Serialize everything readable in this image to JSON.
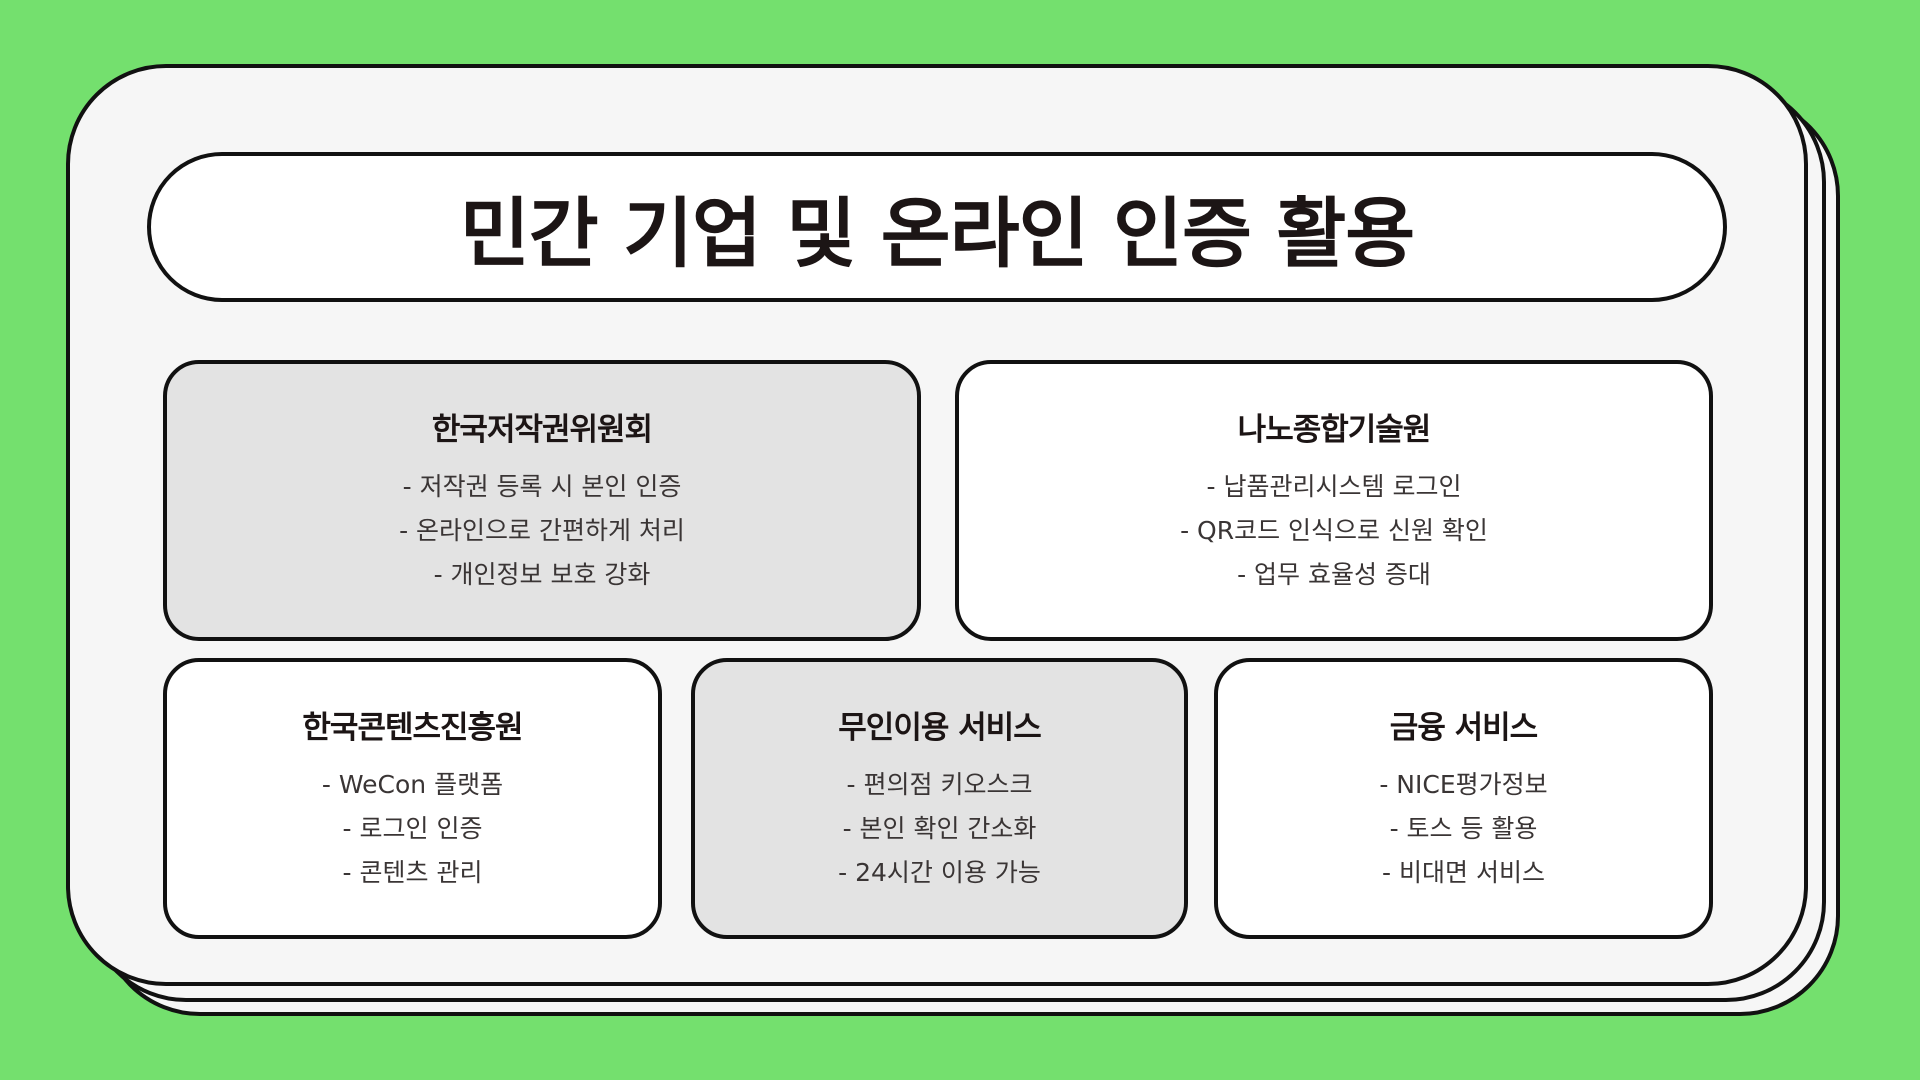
{
  "colors": {
    "background": "#74e06e",
    "panel": "#f6f6f6",
    "outline": "#111111",
    "card_white": "#ffffff",
    "card_gray": "#e3e3e3",
    "title_text": "#1c1515",
    "body_text": "#3a3535"
  },
  "title": "민간 기업 및 온라인 인증 활용",
  "cards": [
    {
      "title": "한국저작권위원회",
      "style": "gray",
      "items": [
        "- 저작권 등록 시 본인 인증",
        "- 온라인으로 간편하게 처리",
        "- 개인정보 보호 강화"
      ]
    },
    {
      "title": "나노종합기술원",
      "style": "white",
      "items": [
        "- 납품관리시스템 로그인",
        "- QR코드 인식으로 신원 확인",
        "- 업무 효율성 증대"
      ]
    },
    {
      "title": "한국콘텐츠진흥원",
      "style": "white",
      "items": [
        "- WeCon 플랫폼",
        "- 로그인 인증",
        "- 콘텐츠 관리"
      ]
    },
    {
      "title": "무인이용 서비스",
      "style": "gray",
      "items": [
        "- 편의점 키오스크",
        "- 본인 확인 간소화",
        "- 24시간 이용 가능"
      ]
    },
    {
      "title": "금융 서비스",
      "style": "white",
      "items": [
        "- NICE평가정보",
        "- 토스 등 활용",
        "- 비대면 서비스"
      ]
    }
  ]
}
